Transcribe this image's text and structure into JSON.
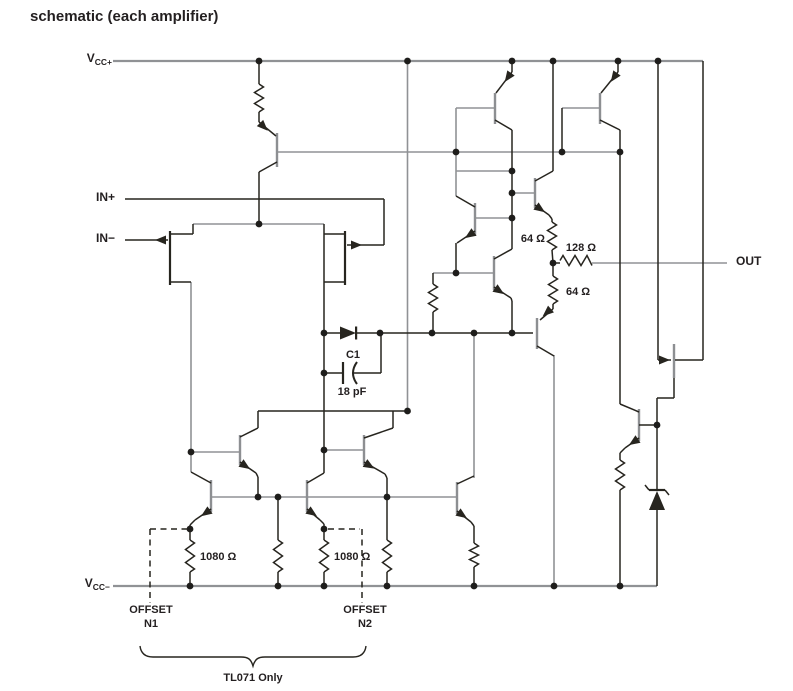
{
  "title": "schematic (each amplifier)",
  "terminals": {
    "vcc_plus_main": "V",
    "vcc_plus_sub": "CC+",
    "vcc_minus_main": "V",
    "vcc_minus_sub": "CC−",
    "in_plus": "IN+",
    "in_minus": "IN−",
    "out": "OUT"
  },
  "components": {
    "c1_name": "C1",
    "c1_value": "18 pF",
    "r64_top": "64 Ω",
    "r128": "128 Ω",
    "r64_bottom": "64 Ω",
    "r1080_left": "1080 Ω",
    "r1080_right": "1080 Ω"
  },
  "annotations": {
    "offset_n1_line1": "OFFSET",
    "offset_n1_line2": "N1",
    "offset_n2_line1": "OFFSET",
    "offset_n2_line2": "N2",
    "brace_note": "TL071 Only"
  },
  "colors": {
    "wire_black": "#27251f",
    "wire_gray": "#909295",
    "text": "#231f20"
  }
}
